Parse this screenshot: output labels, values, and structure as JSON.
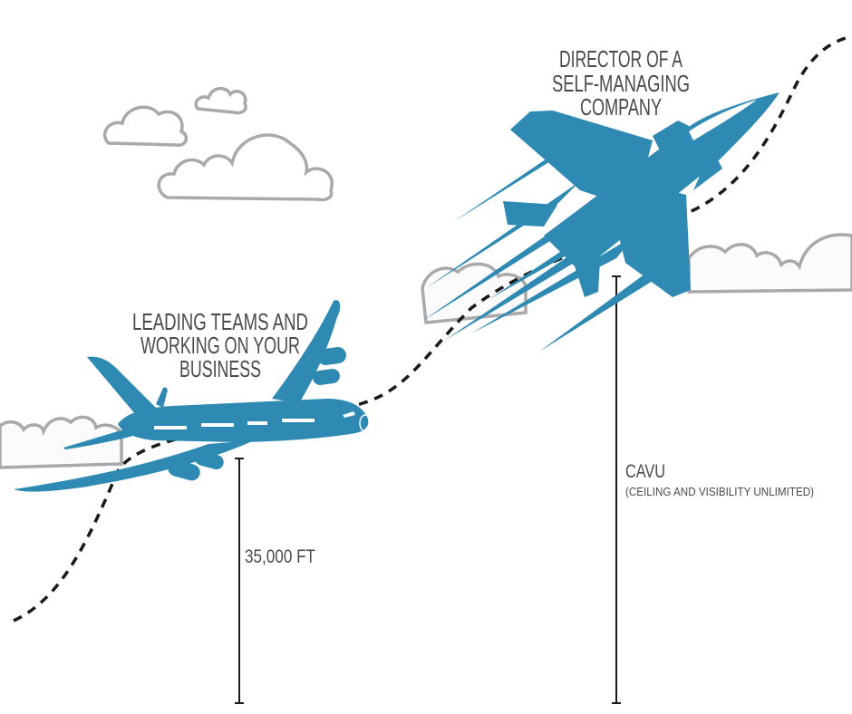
{
  "labels": {
    "airliner": [
      "LEADING TEAMS AND",
      "WORKING ON YOUR",
      "BUSINESS"
    ],
    "jet": [
      "DIRECTOR OF A",
      "SELF-MANAGING",
      "COMPANY"
    ],
    "altitude_low": "35,000 FT",
    "altitude_high_title": "CAVU",
    "altitude_high_sub": "(CEILING AND VISIBILITY UNLIMITED)"
  },
  "colors": {
    "plane": "#2e8ab3",
    "text": "#4a4a4a",
    "cloud_outline": "#a9a9a9",
    "path": "#1a1a1a"
  }
}
